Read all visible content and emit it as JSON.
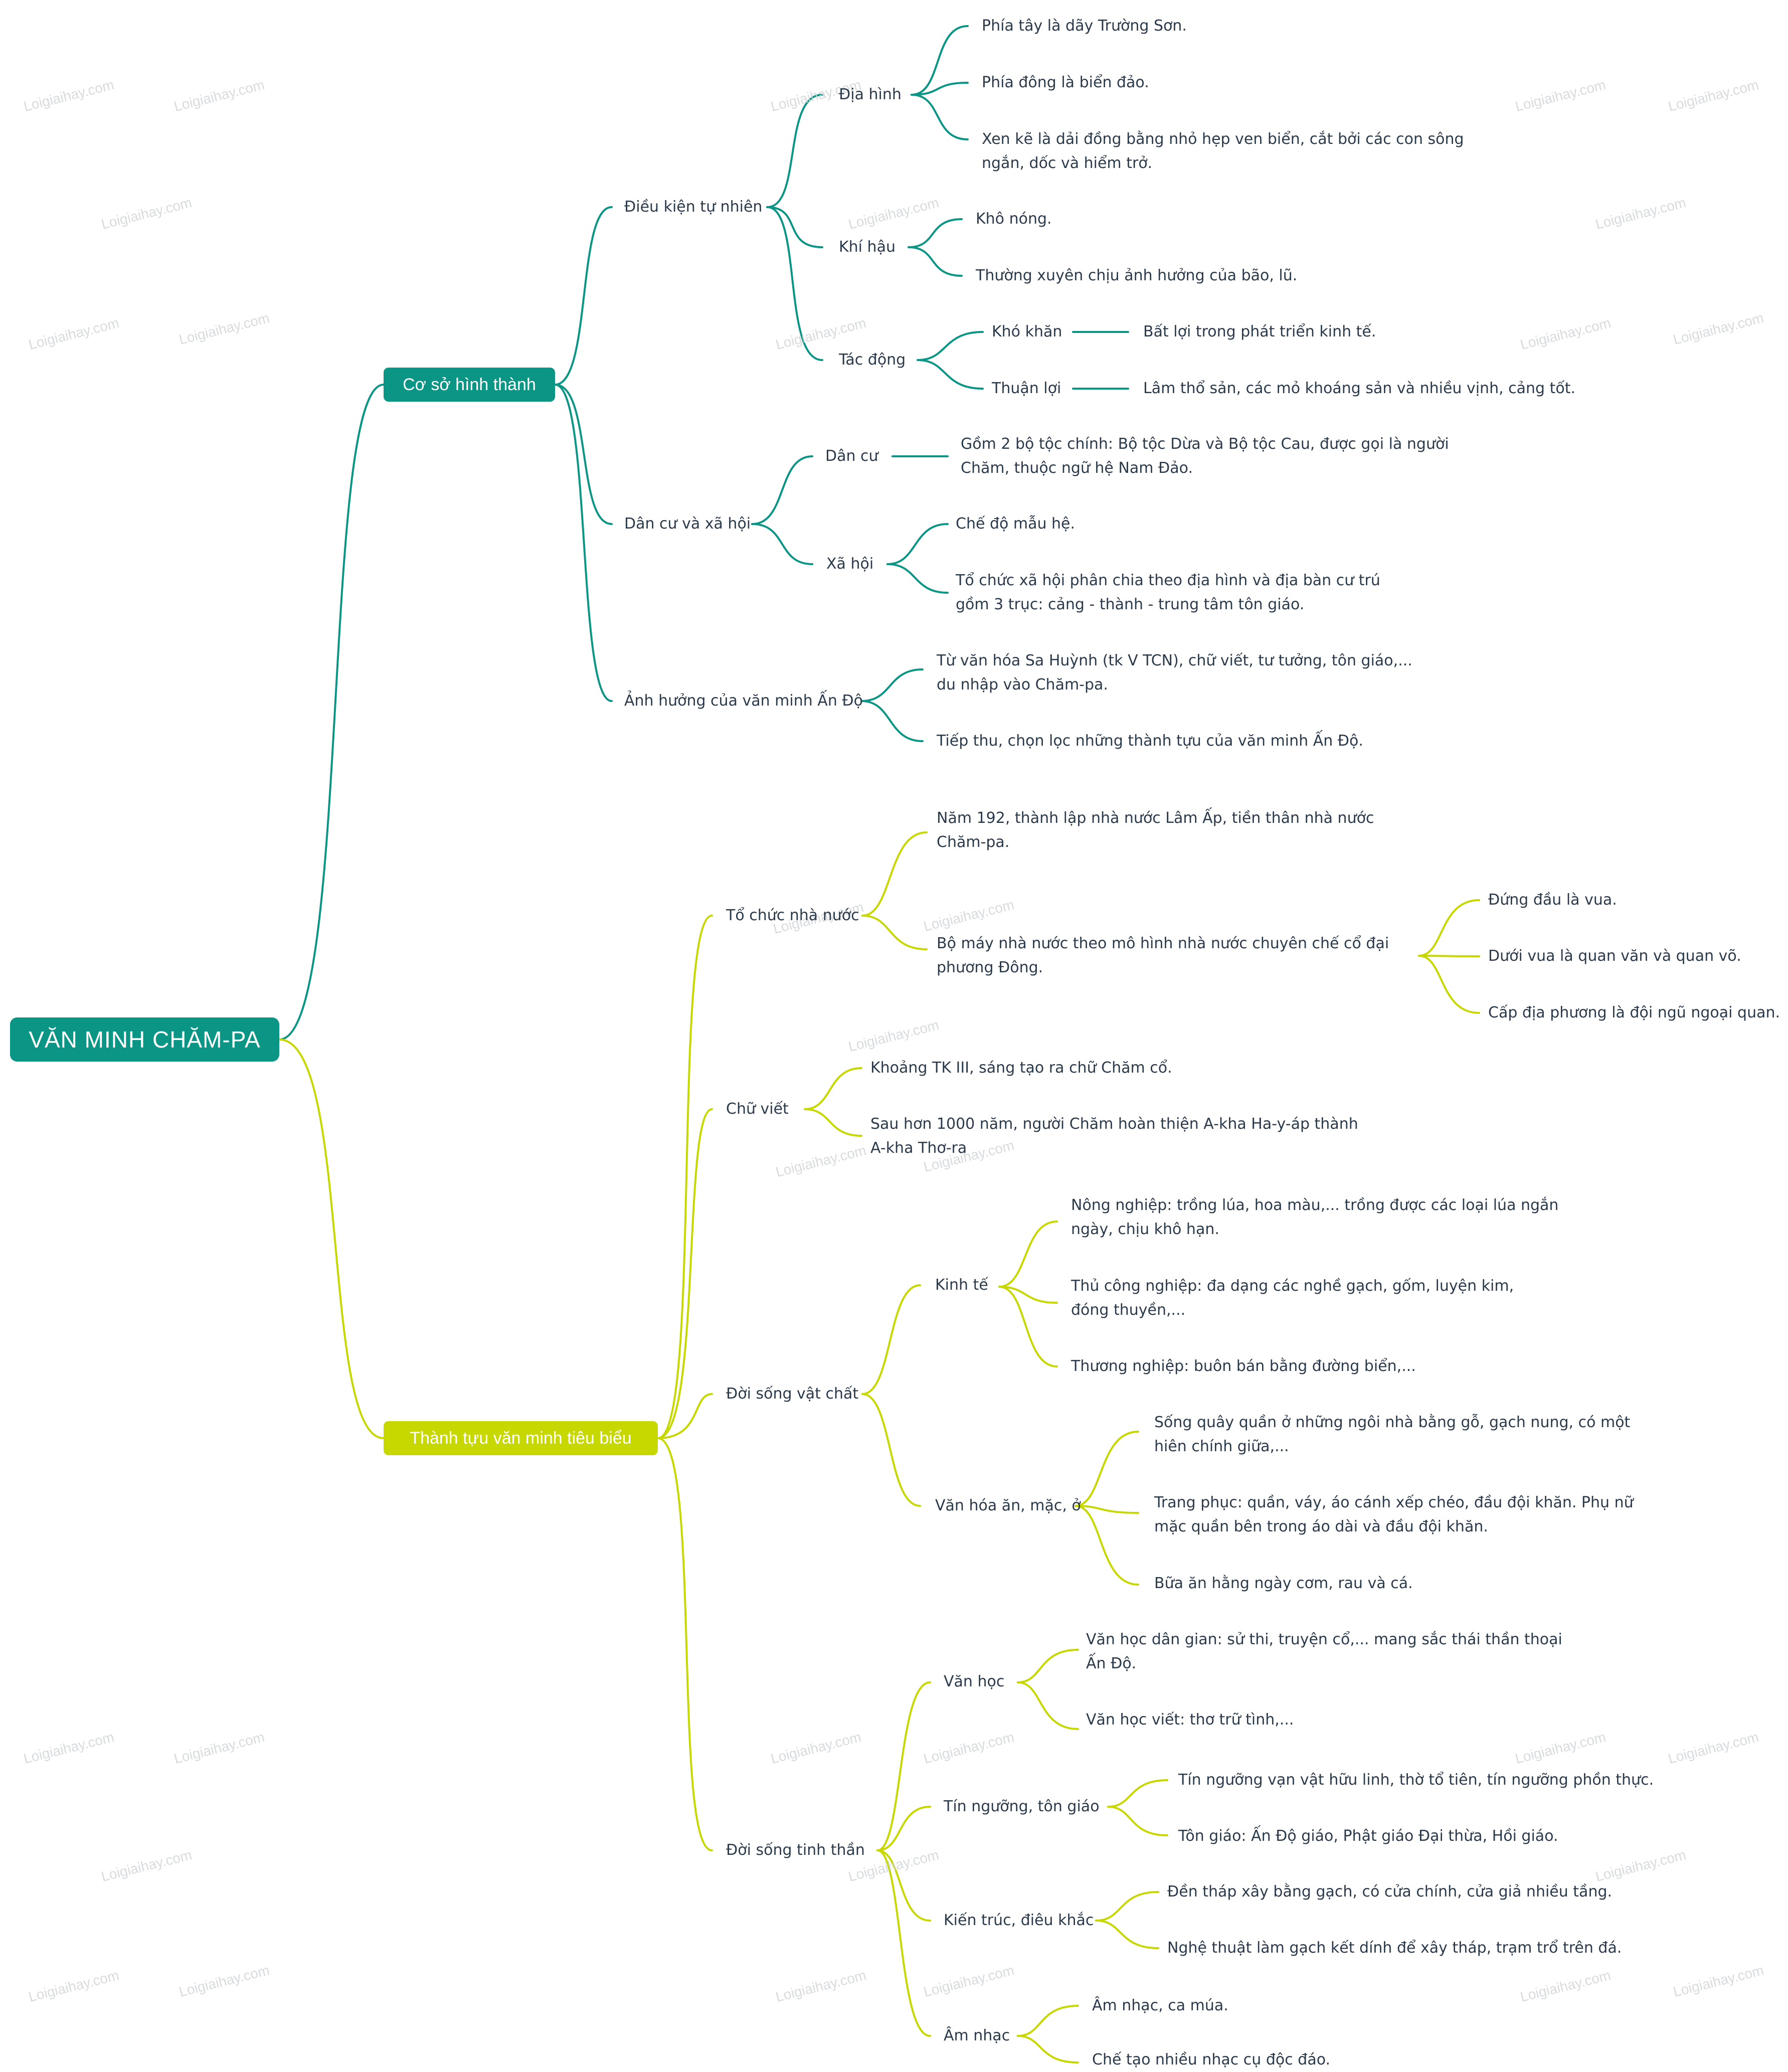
{
  "root": "VĂN MINH CHĂM-PA",
  "branch1": {
    "title": "Cơ sở hình thành",
    "dktn": "Điều kiện tự nhiên",
    "dia_hinh": "Địa hình",
    "dh1": "Phía tây là dãy Trường Sơn.",
    "dh2": "Phía đông là biển đảo.",
    "dh3a": "Xen kẽ là dải đồng bằng nhỏ hẹp ven biển, cắt bởi các con sông",
    "dh3b": "ngắn, dốc và hiểm trở.",
    "khi_hau": "Khí hậu",
    "kh1": "Khô nóng.",
    "kh2": "Thường xuyên chịu ảnh hưởng của bão, lũ.",
    "tac_dong": "Tác động",
    "kho_khan": "Khó khăn",
    "kk1": "Bất lợi trong phát triển kinh tế.",
    "thuan_loi": "Thuận lợi",
    "tl1": "Lâm thổ sản, các mỏ khoáng sản và nhiều vịnh, cảng tốt.",
    "dcxh": "Dân cư và xã hội",
    "dan_cu": "Dân cư",
    "dc1a": "Gồm 2 bộ tộc chính: Bộ tộc Dừa và Bộ tộc Cau, được gọi là người",
    "dc1b": "Chăm, thuộc ngữ hệ Nam Đảo.",
    "xa_hoi": "Xã hội",
    "xh1": "Chế độ mẫu hệ.",
    "xh2a": "Tổ chức xã hội phân chia theo địa hình và địa bàn cư trú",
    "xh2b": "gồm 3 trục: cảng - thành - trung tâm tôn giáo.",
    "anh_huong": "Ảnh hưởng của văn minh Ấn Độ",
    "ah1a": "Từ văn hóa Sa Huỳnh (tk V TCN), chữ viết, tư tưởng, tôn giáo,...",
    "ah1b": "du nhập vào Chăm-pa.",
    "ah2": "Tiếp thu, chọn lọc những thành tựu của văn minh Ấn Độ."
  },
  "branch2": {
    "title": "Thành tựu văn minh tiêu biểu",
    "to_chuc": "Tổ chức nhà nước",
    "tc1a": "Năm 192, thành lập nhà nước Lâm Ấp, tiền thân nhà nước",
    "tc1b": "Chăm-pa.",
    "tc2a": "Bộ máy nhà nước theo mô hình nhà nước chuyên chế cổ đại",
    "tc2b": "phương Đông.",
    "bm1": "Đứng đầu là vua.",
    "bm2": "Dưới vua là quan văn và quan võ.",
    "bm3": "Cấp địa phương là đội ngũ ngoại quan.",
    "chu_viet": "Chữ viết",
    "cv1": "Khoảng TK III, sáng tạo ra chữ Chăm cổ.",
    "cv2a": "Sau hơn 1000 năm, người Chăm hoàn thiện A-kha Ha-y-áp thành",
    "cv2b": "A-kha Thơ-ra",
    "dsvc": "Đời sống vật chất",
    "kinh_te": "Kinh tế",
    "kt1a": "Nông nghiệp: trồng lúa, hoa màu,... trồng được các loại lúa ngắn",
    "kt1b": "ngày, chịu khô hạn.",
    "kt2a": "Thủ công nghiệp: đa dạng các nghề gạch, gốm, luyện kim,",
    "kt2b": "đóng thuyền,...",
    "kt3": "Thương nghiệp: buôn bán bằng đường biển,...",
    "van_hoa": "Văn hóa ăn, mặc, ở",
    "vh1a": "Sống quây quần ở những ngôi nhà bằng gỗ, gạch nung, có một",
    "vh1b": "hiên chính giữa,...",
    "vh2a": "Trang phục: quần, váy, áo cánh xếp chéo, đầu đội khăn. Phụ nữ",
    "vh2b": "mặc quần bên trong áo dài và đầu đội khăn.",
    "vh3": "Bữa ăn hằng ngày cơm, rau và cá.",
    "dstt": "Đời sống tinh thần",
    "van_hoc": "Văn học",
    "vhoc1a": "Văn học dân gian: sử thi, truyện cổ,... mang sắc thái thần thoại",
    "vhoc1b": "Ấn Độ.",
    "vhoc2": "Văn học viết: thơ trữ tình,...",
    "tin_nguong": "Tín ngưỡng, tôn giáo",
    "tn1": "Tín ngưỡng vạn vật hữu linh, thờ tổ tiên, tín ngưỡng phồn thực.",
    "tn2": "Tôn giáo: Ấn Độ giáo, Phật giáo Đại thừa, Hồi giáo.",
    "kien_truc": "Kiến trúc, điêu khắc",
    "ktr1": "Đền tháp xây bằng gạch, có cửa chính, cửa giả nhiều tầng.",
    "ktr2": "Nghệ thuật làm gạch kết dính để xây tháp, trạm trổ trên đá.",
    "am_nhac": "Âm nhạc",
    "an1": "Âm nhạc, ca múa.",
    "an2": "Chế tạo nhiều nhạc cụ độc đáo."
  },
  "watermark": "Loigiaihay.com",
  "colors": {
    "teal": "#0a9585",
    "lime": "#c7d800",
    "text": "#2b3a4a"
  }
}
